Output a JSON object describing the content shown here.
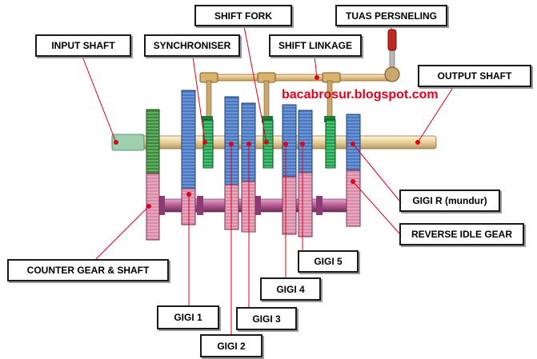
{
  "title": "",
  "watermark": "bacabrosur.blogspot.com",
  "labels": {
    "input_shaft": "INPUT SHAFT",
    "synchroniser": "SYNCHRONISER",
    "shift_fork": "SHIFT FORK",
    "shift_linkage": "SHIFT LINKAGE",
    "tuas_persneling": "TUAS PERSNELING",
    "output_shaft": "OUTPUT SHAFT",
    "gigi_r": "GIGI R (mundur)",
    "reverse_idle_gear": "REVERSE IDLE GEAR",
    "counter_gear_shaft": "COUNTER GEAR & SHAFT",
    "gigi_1": "GIGI 1",
    "gigi_2": "GIGI 2",
    "gigi_3": "GIGI 3",
    "gigi_4": "GIGI 4",
    "gigi_5": "GIGI 5"
  },
  "colors": {
    "main_gear": "#4a78c0",
    "counter_gear": "#d98aa6",
    "synchroniser": "#1fa050",
    "input_gear": "#3c8a3c",
    "shaft": "#ecd7a7",
    "counter_shaft": "#b35a92",
    "leader_line": "#e0001a",
    "lever_knob": "#c0271f"
  }
}
